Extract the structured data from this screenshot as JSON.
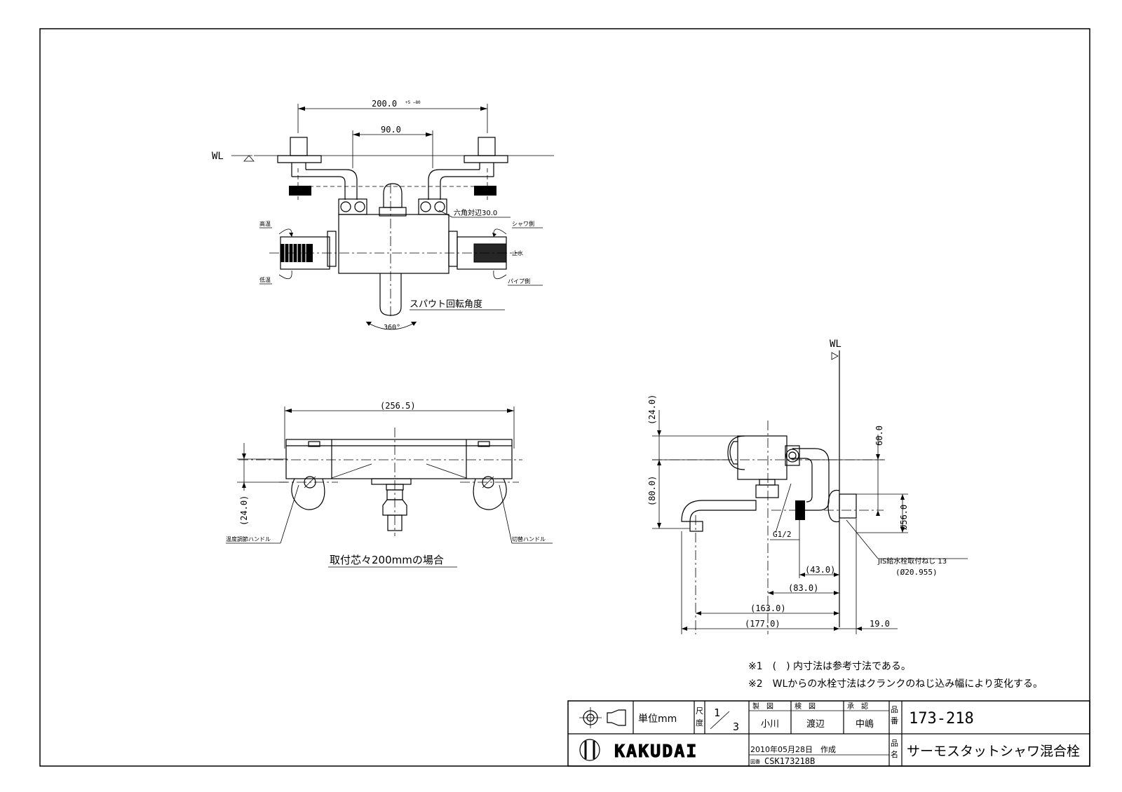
{
  "top_view": {
    "wl_label": "WL",
    "dim_200": "200.0",
    "dim_200_tol": "+5 −80",
    "dim_90": "90.0",
    "hex_label": "六角対辺30.0",
    "hot_label": "高温",
    "cold_label": "低温",
    "shower_label": "シャワ側",
    "stop_label": "止水",
    "pipe_label": "パイプ側",
    "spout_rotation_label": "スパウト回転角度",
    "rotation_angle": "360°"
  },
  "front_view": {
    "dim_256": "(256.5)",
    "dim_24": "(24.0)",
    "temp_handle_label": "温度調節ハンドル",
    "switch_handle_label": "切替ハンドル",
    "caption": "取付芯々200mmの場合"
  },
  "side_view": {
    "wl_label": "WL",
    "dim_24": "(24.0)",
    "dim_80": "(80.0)",
    "dim_60": "60.0",
    "dim_56": "Ø56.0",
    "thread_label": "G1/2",
    "jis_label": "JIS給水栓取付ねじ 13",
    "jis_dia": "(Ø20.955)",
    "dim_43": "(43.0)",
    "dim_83": "(83.0)",
    "dim_163": "(163.0)",
    "dim_177": "(177.0)",
    "dim_19": "19.0"
  },
  "notes": [
    "※1　(　) 内寸法は参考寸法である。",
    "※2　WLからの水栓寸法はクランクのねじ込み幅により変化する。"
  ],
  "title_block": {
    "unit_label": "単位mm",
    "scale_label_1": "尺",
    "scale_label_2": "度",
    "scale_num": "1",
    "scale_den": "3",
    "drawn_label": "製　図",
    "checked_label": "検　図",
    "approved_label": "承　認",
    "drawn_by": "小川",
    "checked_by": "渡辺",
    "approved_by": "中嶋",
    "part_no_label_1": "品",
    "part_no_label_2": "番",
    "part_no": "173-218",
    "name_label_1": "品",
    "name_label_2": "名",
    "product_name": "サーモスタットシャワ混合栓",
    "company": "KAKUDAI",
    "date": "2010年05月28日　作成",
    "drawing_no_label": "図番",
    "drawing_no": "CSK173218B"
  }
}
